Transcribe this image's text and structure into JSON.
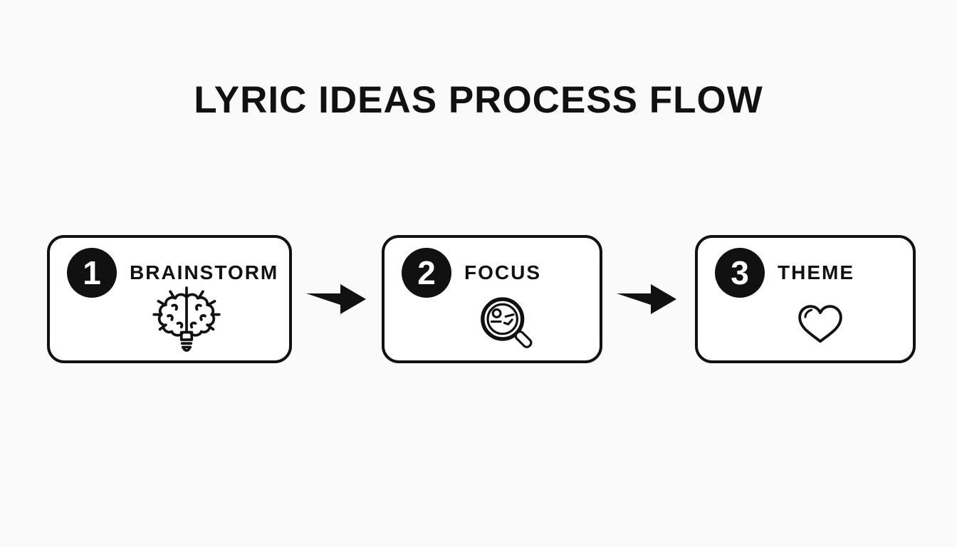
{
  "colors": {
    "background": "#fafafa",
    "ink": "#111111",
    "box_fill": "#ffffff",
    "badge_fill": "#111111",
    "badge_text": "#ffffff"
  },
  "title": "LYRIC IDEAS PROCESS FLOW",
  "steps": [
    {
      "number": "1",
      "label": "BRAINSTORM",
      "icon": "brain-lightbulb-icon"
    },
    {
      "number": "2",
      "label": "FOCUS",
      "icon": "magnifying-glass-icon"
    },
    {
      "number": "3",
      "label": "THEME",
      "icon": "heart-icon"
    }
  ],
  "connectors": [
    {
      "type": "arrow-right"
    },
    {
      "type": "arrow-right"
    }
  ]
}
